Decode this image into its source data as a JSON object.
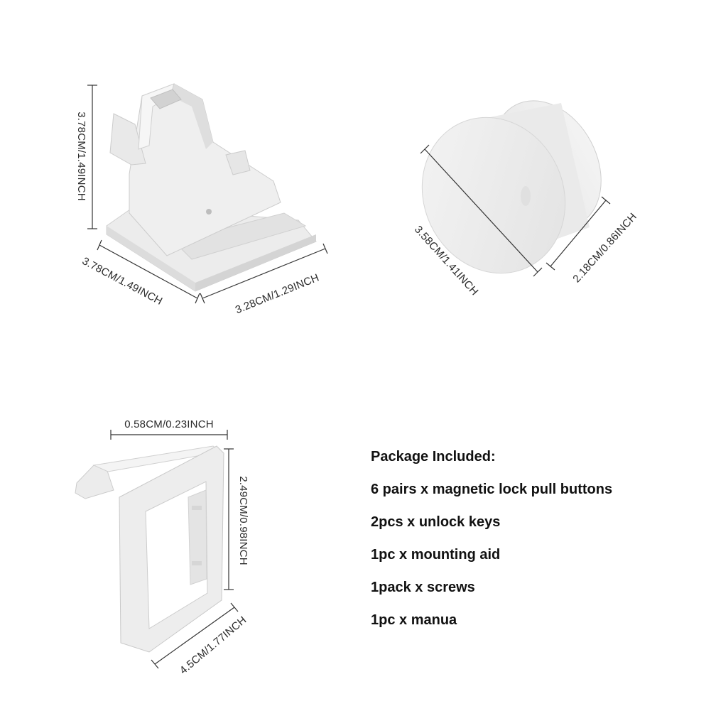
{
  "dimensions": {
    "latch_height": "3.78CM/1.49INCH",
    "latch_length": "3.78CM/1.49INCH",
    "latch_width": "3.28CM/1.29INCH",
    "knob_diameter": "3.58CM/1.41INCH",
    "knob_depth": "2.18CM/0.86INCH",
    "aid_thickness": "0.58CM/0.23INCH",
    "aid_height": "2.49CM/0.98INCH",
    "aid_length": "4.5CM/1.77INCH"
  },
  "package": {
    "title": "Package Included:",
    "items": [
      "6 pairs x magnetic lock pull buttons",
      "2pcs x  unlock keys",
      "1pc x  mounting aid",
      "1pack x screws",
      "1pc x manua"
    ]
  },
  "colors": {
    "product": "#eeeeee",
    "shade": "#d9d9d9",
    "outline": "#c8c8c8",
    "text": "#111111"
  }
}
